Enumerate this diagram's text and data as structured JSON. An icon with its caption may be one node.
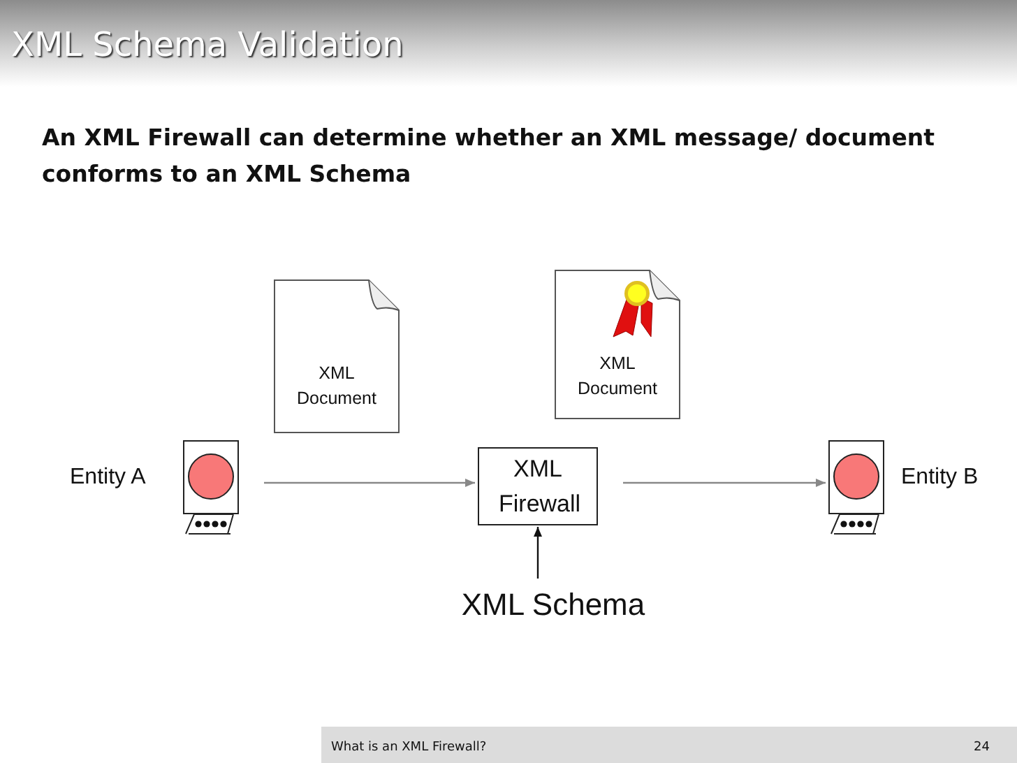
{
  "diagram": {
    "title": "XML Schema Validation",
    "nodes": [
      {
        "text": [
          "XML Document"
        ]
      },
      {
        "text": [
          "XML Document"
        ]
      },
      {
        "text": [],
        "shape": "computer",
        "beside": [
          "Entity A"
        ]
      },
      {
        "text": [
          "XML Firewall"
        ]
      },
      {
        "text": [],
        "shape": "computer",
        "beside": [
          "Entity B"
        ]
      },
      {
        "text": [
          "XML Schema"
        ]
      }
    ],
    "edges": [
      {
        "from": 2,
        "to": 3,
        "arrow": "to"
      },
      {
        "from": 3,
        "to": 4,
        "arrow": "to"
      },
      {
        "from": 5,
        "to": 3,
        "arrow": "to",
        "color": "#111111"
      }
    ],
    "labels": [
      "An XML Firewall can determine whether an XML message/ document conforms to an XML Schema",
      "What is an XML Firewall?",
      "24"
    ]
  }
}
